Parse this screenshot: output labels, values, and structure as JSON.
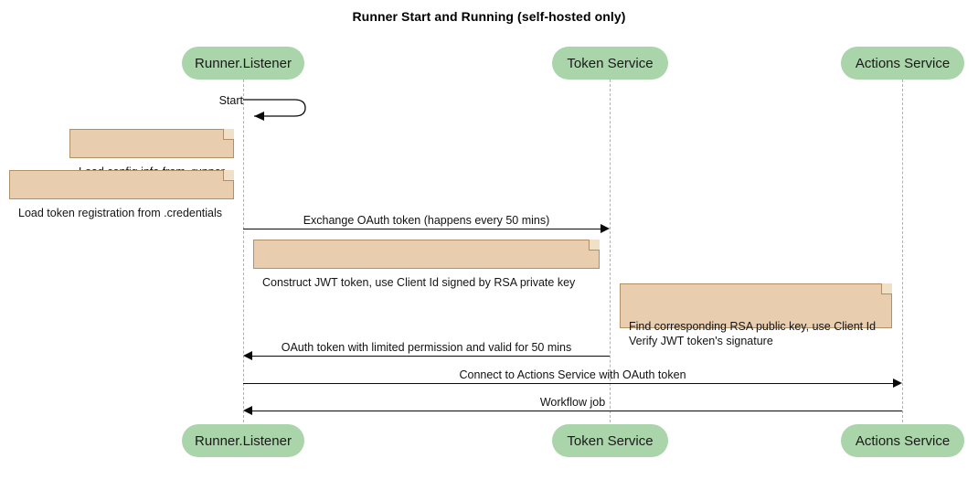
{
  "diagram": {
    "type": "sequence-diagram",
    "title": "Runner Start and Running (self-hosted only)",
    "colors": {
      "participant_fill": "#aad4a9",
      "note_fill": "#e8cdae",
      "note_border": "#b29066",
      "lifeline": "#b0b0b0",
      "arrow": "#0a0a0a",
      "background": "#ffffff"
    },
    "participants": [
      {
        "id": "runner",
        "label": "Runner.Listener"
      },
      {
        "id": "token",
        "label": "Token Service"
      },
      {
        "id": "actions",
        "label": "Actions Service"
      }
    ],
    "participants_bottom": [
      {
        "id": "runner",
        "label": "Runner.Listener"
      },
      {
        "id": "token",
        "label": "Token Service"
      },
      {
        "id": "actions",
        "label": "Actions Service"
      }
    ],
    "messages": [
      {
        "id": "m1",
        "label": "Start",
        "from": "runner",
        "to": "runner",
        "kind": "self"
      },
      {
        "id": "m2",
        "label": "Exchange OAuth token (happens every 50 mins)",
        "from": "runner",
        "to": "token",
        "direction": "right"
      },
      {
        "id": "m3",
        "label": "OAuth token with limited permission and valid for 50 mins",
        "from": "token",
        "to": "runner",
        "direction": "left"
      },
      {
        "id": "m4",
        "label": "Connect to Actions Service with OAuth token",
        "from": "runner",
        "to": "actions",
        "direction": "right"
      },
      {
        "id": "m5",
        "label": "Workflow job",
        "from": "actions",
        "to": "runner",
        "direction": "left"
      }
    ],
    "notes": [
      {
        "id": "n1",
        "text": "Load config info from .runner",
        "attached_to": "runner"
      },
      {
        "id": "n2",
        "text": "Load token registration from .credentials",
        "attached_to": "runner"
      },
      {
        "id": "n3",
        "text": "Construct JWT token, use Client Id signed by RSA private key",
        "attached_to": "runner"
      },
      {
        "id": "n4",
        "text": "Find corresponding RSA public key, use Client Id\nVerify JWT token's signature",
        "attached_to": "token"
      }
    ]
  }
}
